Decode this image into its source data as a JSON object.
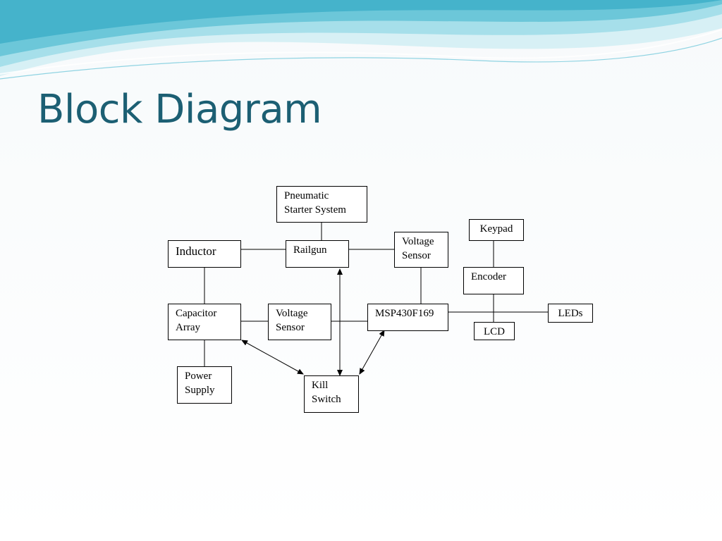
{
  "slide": {
    "title": "Block Diagram"
  },
  "colors": {
    "title": "#1c5f73",
    "wave_light": "#bfe6ee",
    "wave_mid": "#7fd0df",
    "wave_dark": "#3fb2c9",
    "line": "#000000"
  },
  "diagram": {
    "blocks": {
      "pneumatic": "Pneumatic\nStarter System",
      "inductor": "Inductor",
      "railgun": "Railgun",
      "voltage_sensor_top": "Voltage\nSensor",
      "keypad": "Keypad",
      "encoder": "Encoder",
      "capacitor_array": "Capacitor\nArray",
      "voltage_sensor_mid": "Voltage\nSensor",
      "msp430": "MSP430F169",
      "leds": "LEDs",
      "lcd": "LCD",
      "power_supply": "Power\nSupply",
      "kill_switch": "Kill\nSwitch"
    }
  }
}
